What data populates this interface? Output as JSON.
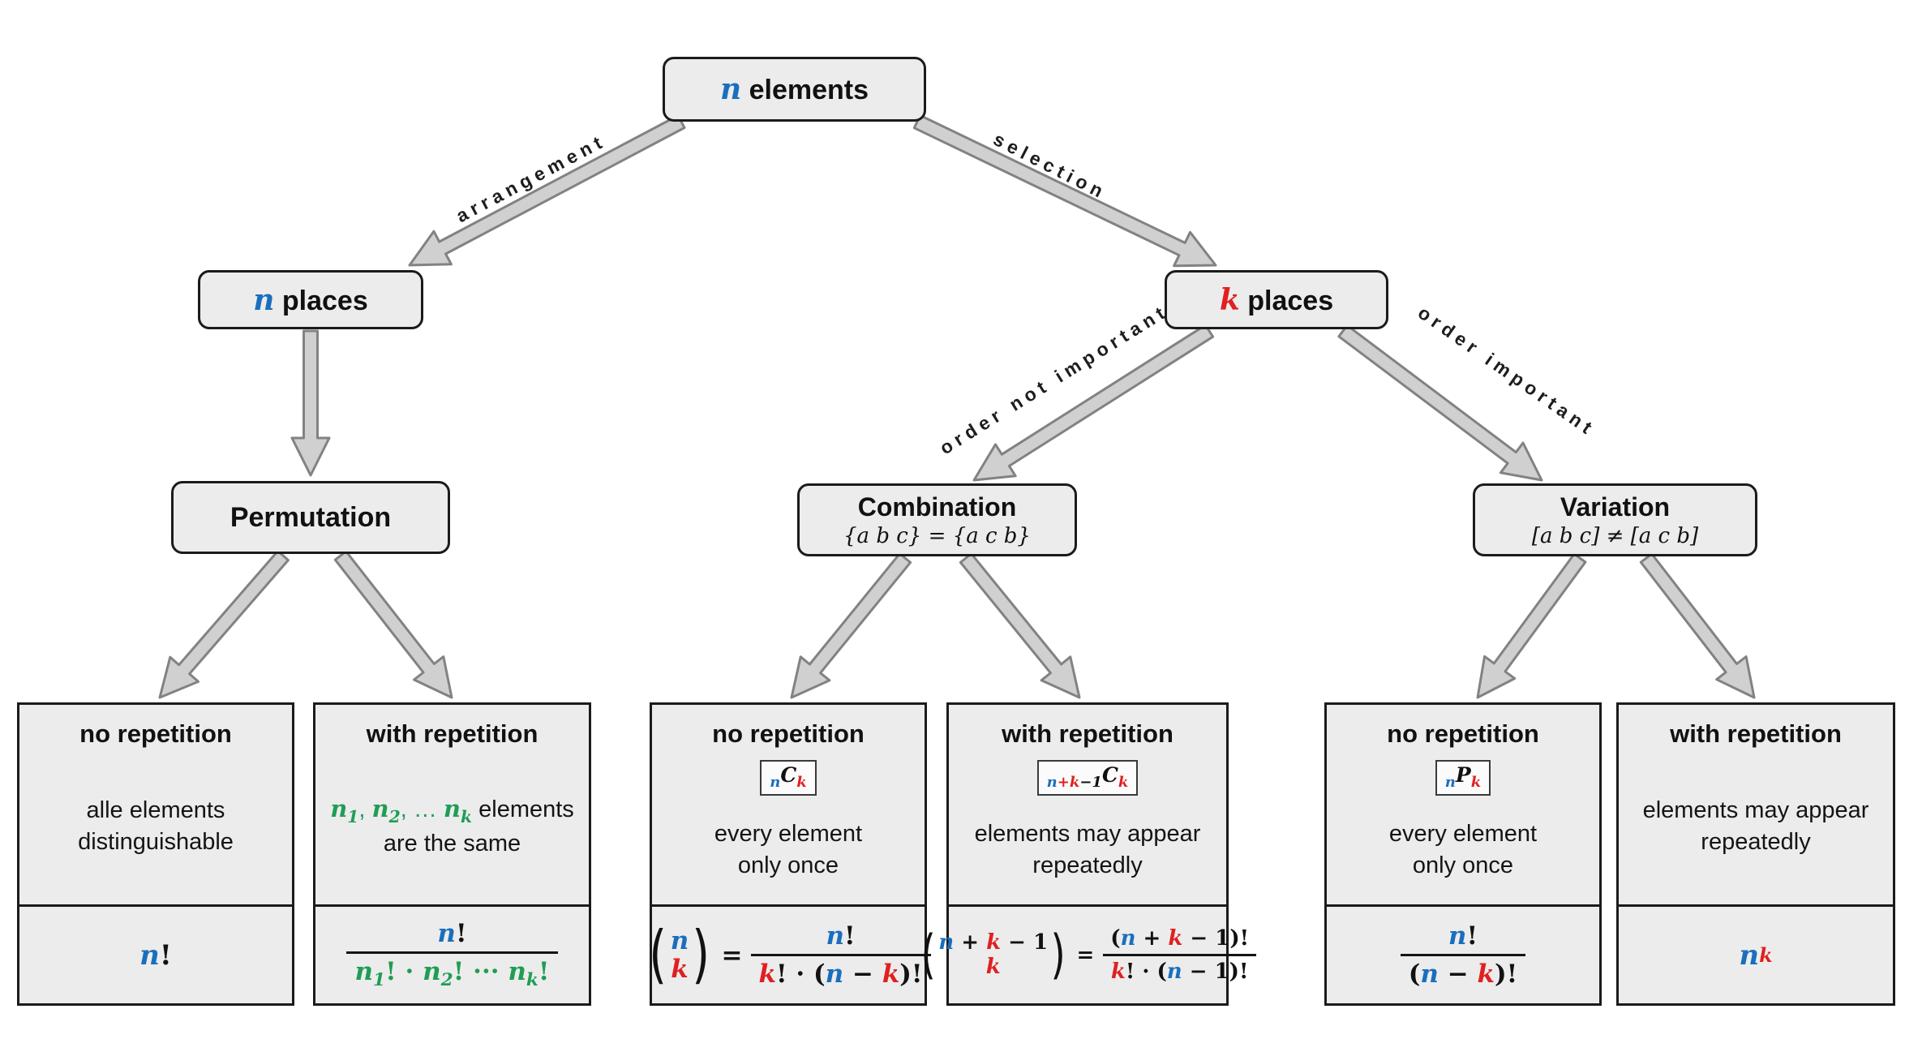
{
  "palette": {
    "blue": "#1a6fbd",
    "red": "#e02020",
    "green": "#1f9d55"
  },
  "root": {
    "sym": "n",
    "label": " elements"
  },
  "edges": {
    "arrangement": "arrangement",
    "selection": "selection",
    "order_not_important": "order not important",
    "order_important": "order important"
  },
  "places": {
    "n": {
      "sym": "n",
      "label": " places"
    },
    "k": {
      "sym": "k",
      "label": " places"
    }
  },
  "groups": {
    "permutation": {
      "title": "Permutation"
    },
    "combination": {
      "title": "Combination",
      "subtitle": "{a b c} = {a c b}"
    },
    "variation": {
      "title": "Variation",
      "subtitle": "[a b c] ≠ [a c b]"
    }
  },
  "leaves": {
    "perm_no": {
      "header": "no repetition",
      "desc1": "alle elements",
      "desc2": "distinguishable",
      "f_n": "n",
      "f_rest": "!"
    },
    "perm_with": {
      "header": "with repetition",
      "d_n1": "n",
      "d_s1": "1",
      "d_c1": ", ",
      "d_n2": "n",
      "d_s2": "2",
      "d_c2": ", … ",
      "d_n3": "n",
      "d_s3": "k",
      "d_rest": " elements",
      "d_line2": "are the same",
      "num_n": "n",
      "num_rest": "!",
      "den_n1": "n",
      "den_s1": "1",
      "den_a": "! · ",
      "den_n2": "n",
      "den_s2": "2",
      "den_b": "! ··· ",
      "den_n3": "n",
      "den_s3": "k",
      "den_c": "!"
    },
    "comb_no": {
      "header": "no repetition",
      "b_n": "n",
      "b_C": "C",
      "b_k": "k",
      "desc1": "every element",
      "desc2": "only once",
      "lp": "(",
      "rp": ")",
      "bin_top": "n",
      "bin_bot": "k",
      "eq": "=",
      "num_n": "n",
      "num_rest": "!",
      "den_k": "k",
      "den_a": "! · (",
      "den_n": "n",
      "den_b": " − ",
      "den_k2": "k",
      "den_c": ")!"
    },
    "comb_with": {
      "header": "with repetition",
      "b_n": "n",
      "b_p": "+",
      "b_k": "k",
      "b_m": "−1",
      "b_C": "C",
      "b_k2": "k",
      "desc1": "elements may appear",
      "desc2": "repeatedly",
      "lp": "(",
      "rp": ")",
      "bt_n": "n",
      "bt_p": " + ",
      "bt_k": "k",
      "bt_m": " − 1",
      "bin_bot": "k",
      "eq": "=",
      "num_a": "(",
      "num_n": "n",
      "num_p": " + ",
      "num_k": "k",
      "num_m": " − 1",
      "num_c": ")!",
      "den_k": "k",
      "den_a": "! · (",
      "den_n": "n",
      "den_b": " − 1)!"
    },
    "var_no": {
      "header": "no repetition",
      "b_n": "n",
      "b_P": "P",
      "b_k": "k",
      "desc1": "every element",
      "desc2": "only once",
      "num_n": "n",
      "num_rest": "!",
      "den_a": "(",
      "den_n": "n",
      "den_b": " − ",
      "den_k": "k",
      "den_c": ")!"
    },
    "var_with": {
      "header": "with repetition",
      "desc1": "elements may appear",
      "desc2": "repeatedly",
      "f_n": "n",
      "f_k": "k"
    }
  }
}
